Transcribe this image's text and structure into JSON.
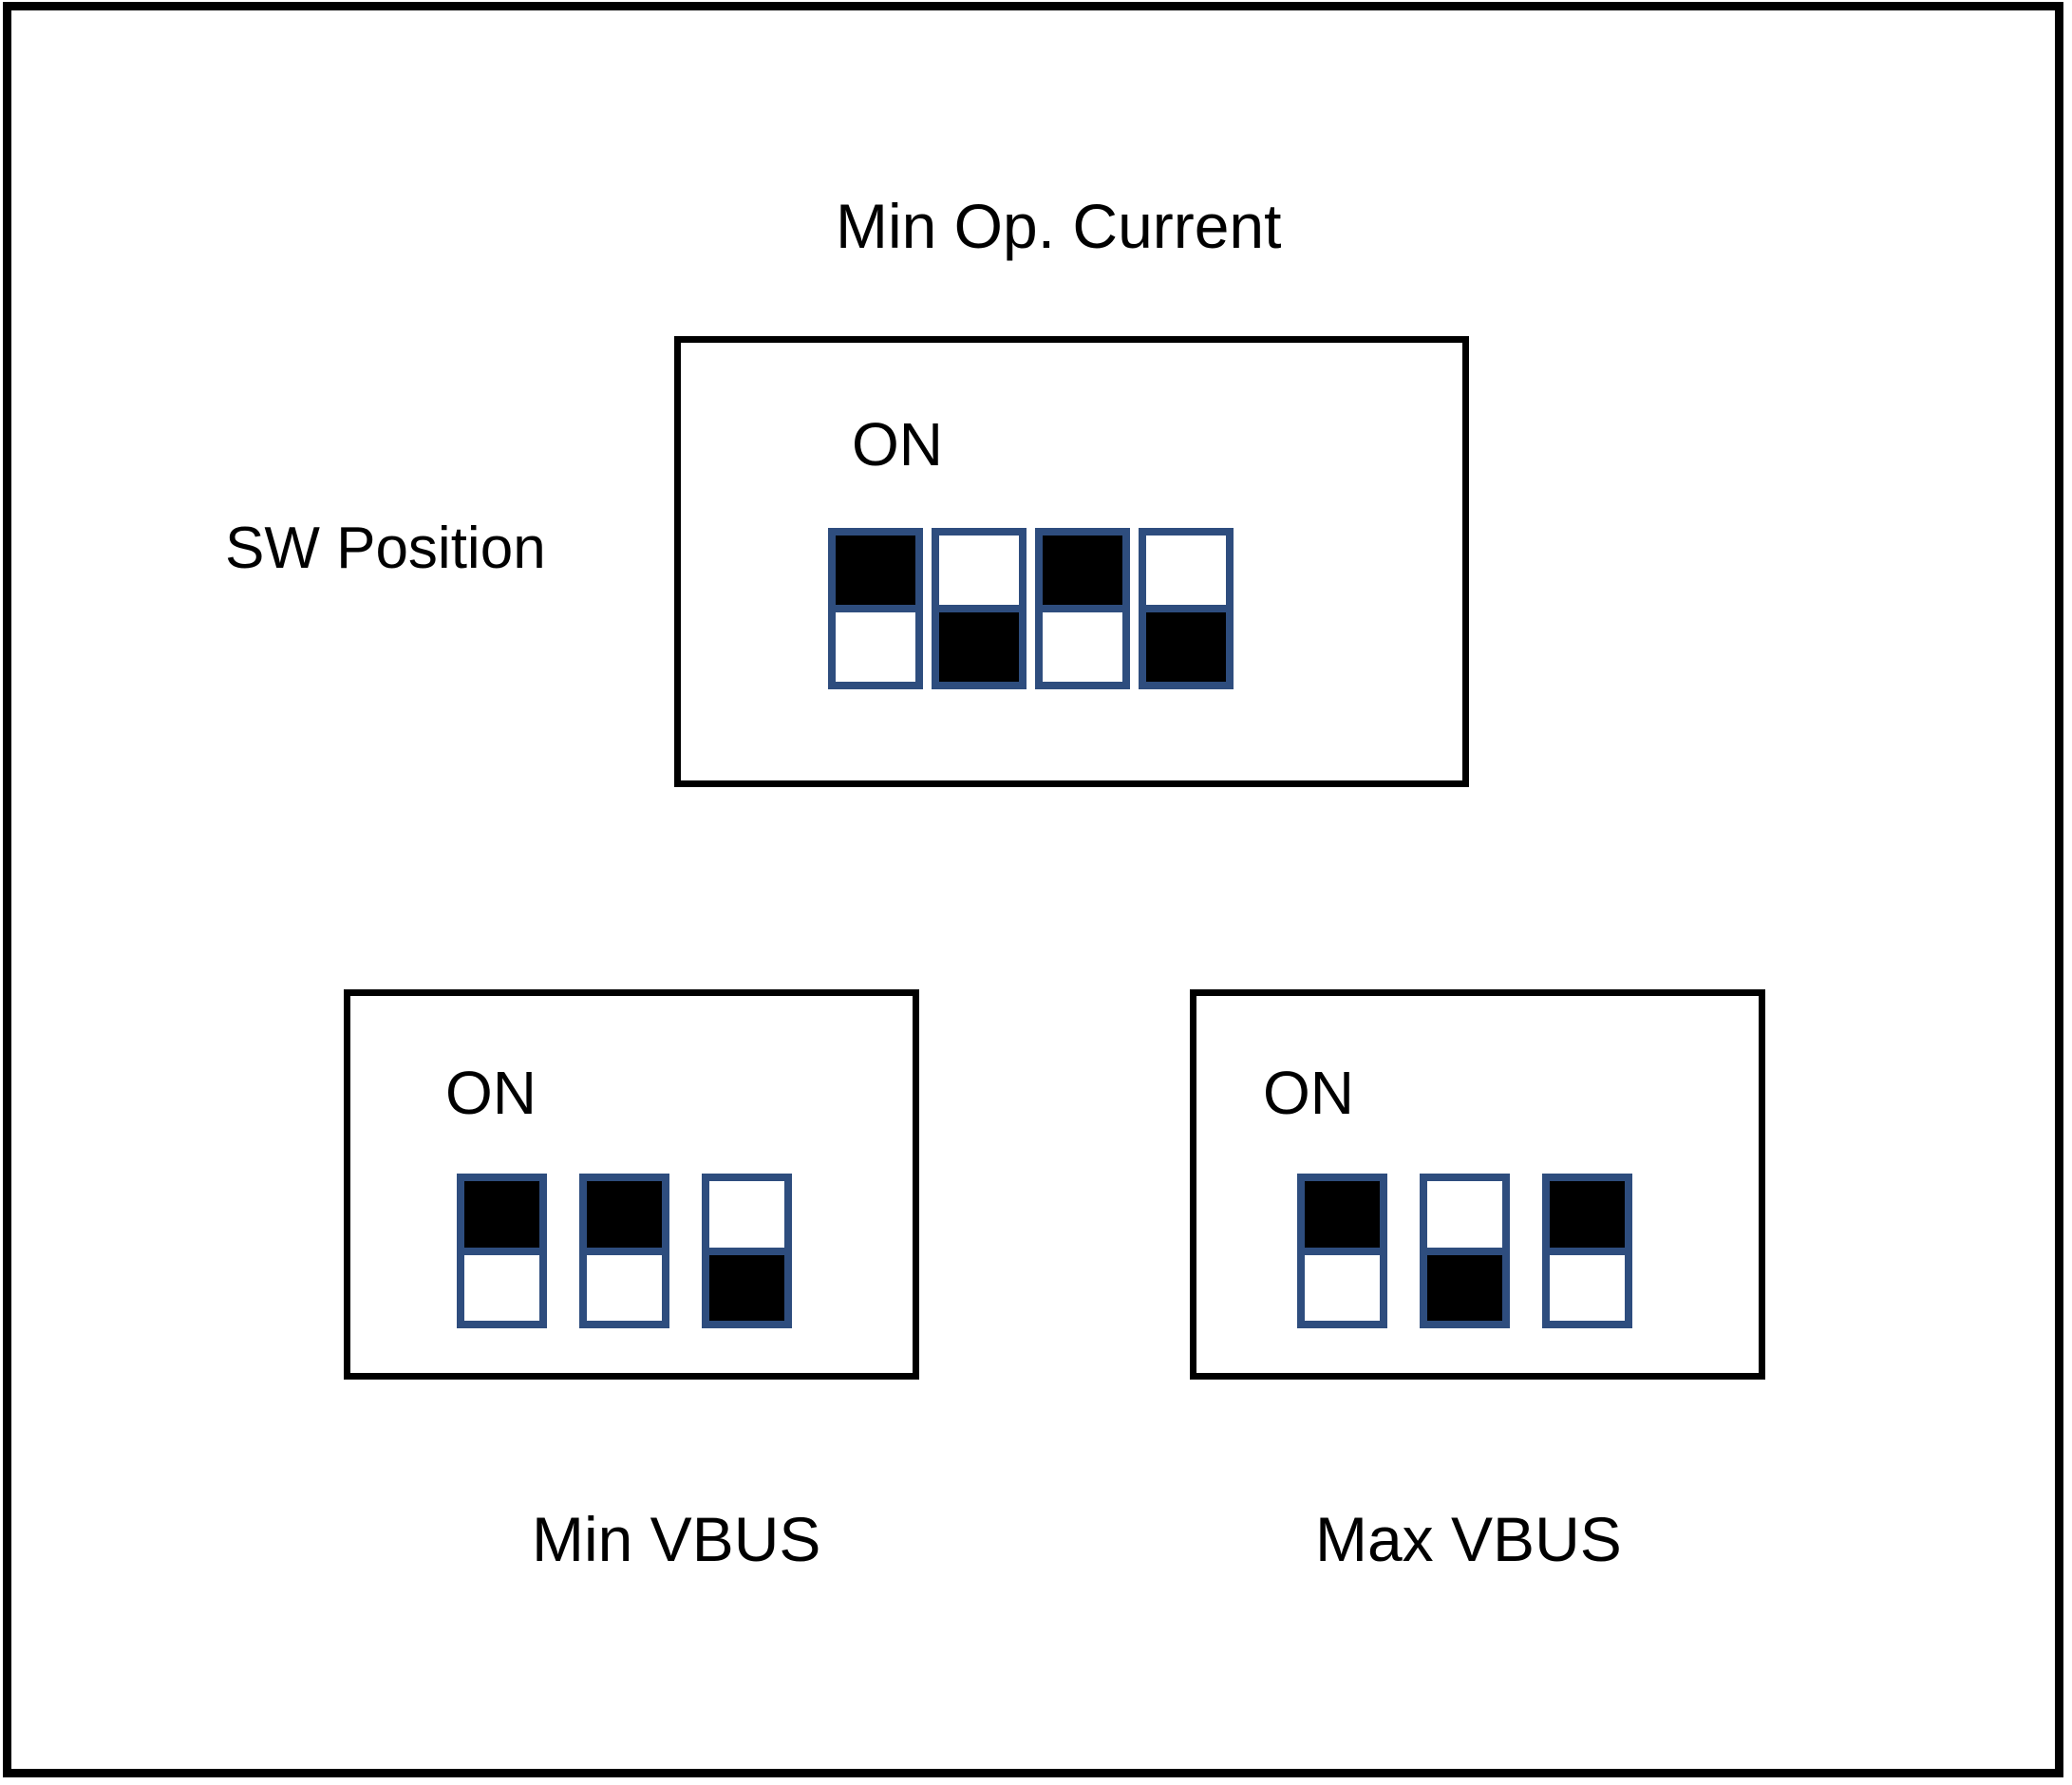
{
  "diagram": {
    "title": "Min Op. Current",
    "side_label": "SW Position",
    "switch_on_label": "ON",
    "border_color": "#000000",
    "switch_border_color": "#2E4D7E",
    "switch_fill_color": "#000000",
    "background_color": "#FFFFFF"
  },
  "groups": [
    {
      "id": "min-op-current",
      "title": "Min Op. Current",
      "on_label": "ON",
      "switch_count": 4,
      "switches": [
        {
          "index": 1,
          "position": "ON",
          "top_filled": true,
          "bottom_filled": false
        },
        {
          "index": 2,
          "position": "OFF",
          "top_filled": false,
          "bottom_filled": true
        },
        {
          "index": 3,
          "position": "ON",
          "top_filled": true,
          "bottom_filled": false
        },
        {
          "index": 4,
          "position": "OFF",
          "top_filled": false,
          "bottom_filled": true
        }
      ]
    },
    {
      "id": "min-vbus",
      "title": "Min VBUS",
      "on_label": "ON",
      "switch_count": 3,
      "switches": [
        {
          "index": 1,
          "position": "ON",
          "top_filled": true,
          "bottom_filled": false
        },
        {
          "index": 2,
          "position": "ON",
          "top_filled": true,
          "bottom_filled": false
        },
        {
          "index": 3,
          "position": "OFF",
          "top_filled": false,
          "bottom_filled": true
        }
      ]
    },
    {
      "id": "max-vbus",
      "title": "Max VBUS",
      "on_label": "ON",
      "switch_count": 3,
      "switches": [
        {
          "index": 1,
          "position": "ON",
          "top_filled": true,
          "bottom_filled": false
        },
        {
          "index": 2,
          "position": "OFF",
          "top_filled": false,
          "bottom_filled": true
        },
        {
          "index": 3,
          "position": "ON",
          "top_filled": true,
          "bottom_filled": false
        }
      ]
    }
  ]
}
